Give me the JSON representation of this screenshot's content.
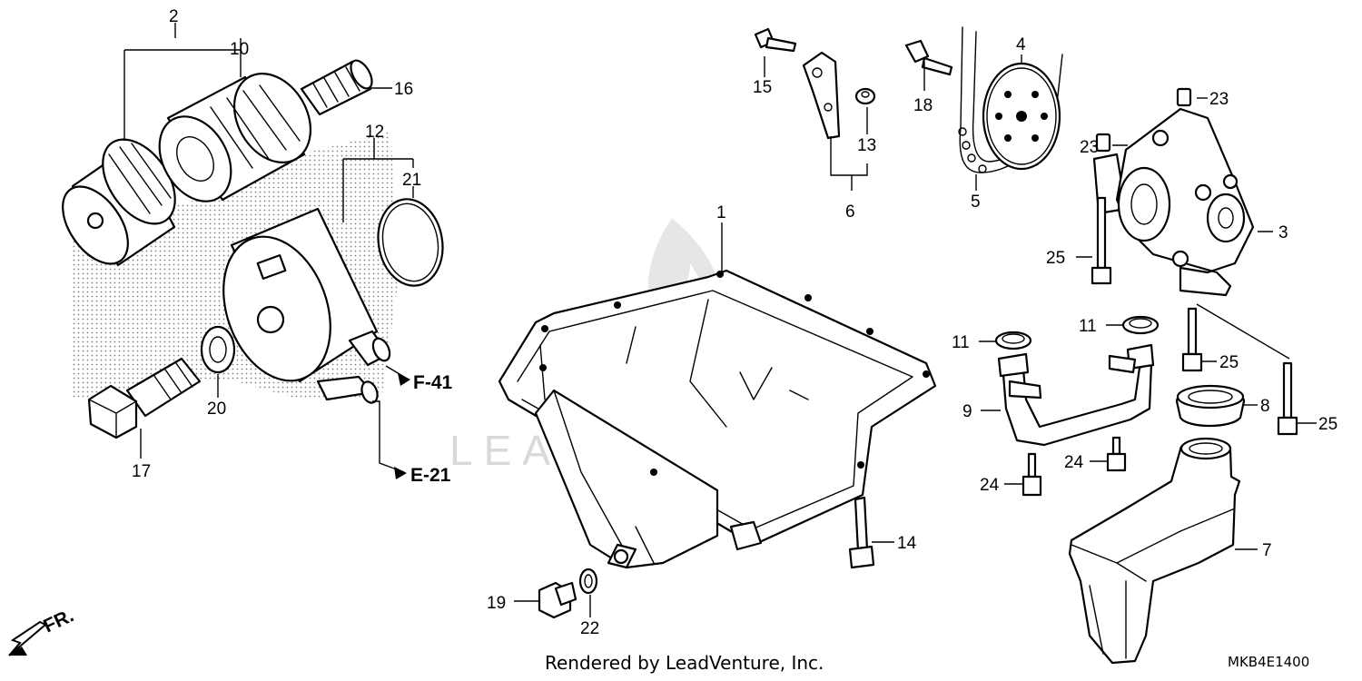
{
  "watermark": "LEADVENTURE",
  "footer": {
    "rendered_by": "Rendered by LeadVenture, Inc.",
    "diagram_code": "MKB4E1400"
  },
  "front_marker": "FR.",
  "references": {
    "f41": "F-41",
    "e21": "E-21"
  },
  "callouts": {
    "c1": "1",
    "c2": "2",
    "c3": "3",
    "c4": "4",
    "c5": "5",
    "c6": "6",
    "c7": "7",
    "c8": "8",
    "c9": "9",
    "c10": "10",
    "c11a": "11",
    "c11b": "11",
    "c12": "12",
    "c13": "13",
    "c14": "14",
    "c15": "15",
    "c16": "16",
    "c17": "17",
    "c18": "18",
    "c19": "19",
    "c20": "20",
    "c21": "21",
    "c22": "22",
    "c23a": "23",
    "c23b": "23",
    "c24a": "24",
    "c24b": "24",
    "c25a": "25",
    "c25b": "25",
    "c25c": "25"
  }
}
